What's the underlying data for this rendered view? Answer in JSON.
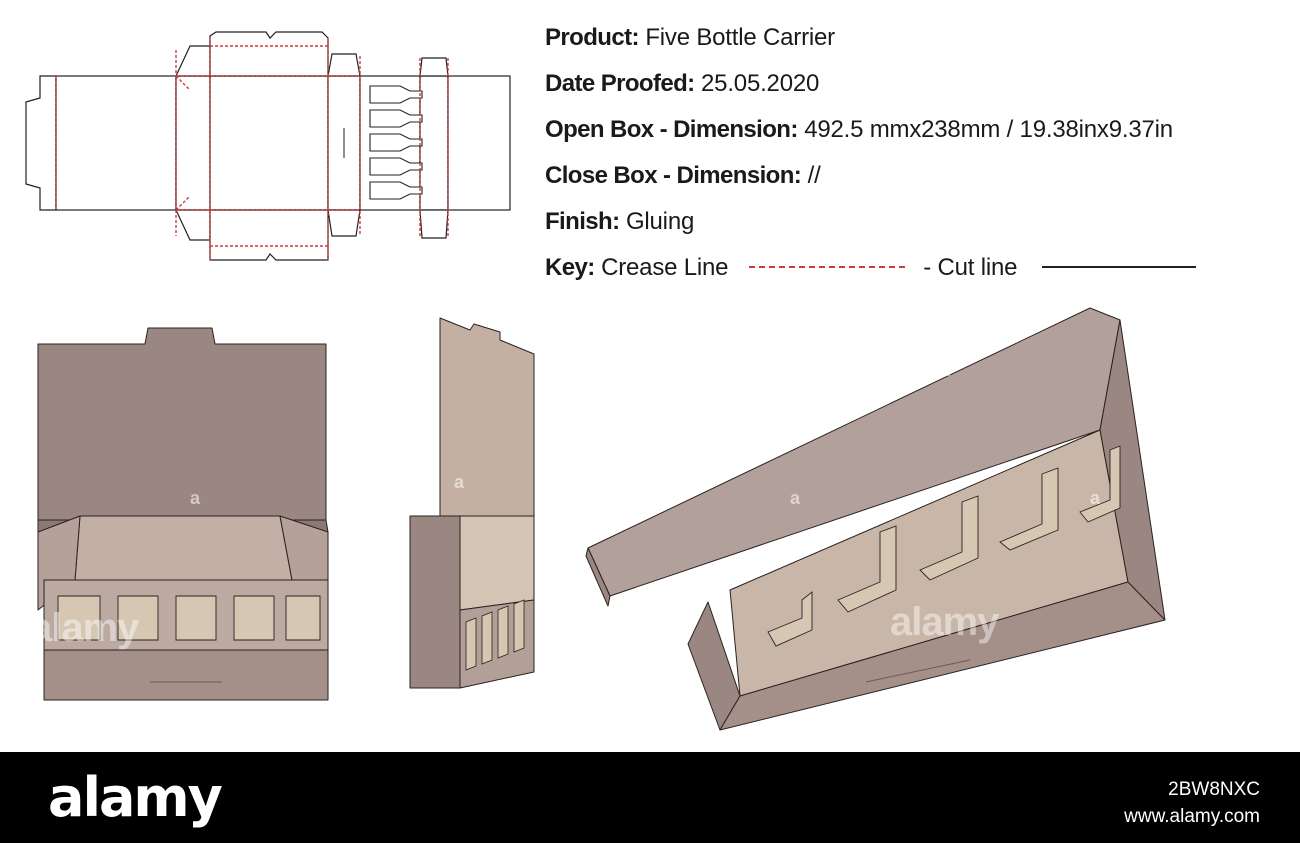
{
  "specs": {
    "product_label": "Product:",
    "product_value": "Five Bottle Carrier",
    "date_label": "Date Proofed:",
    "date_value": "25.05.2020",
    "open_label": "Open Box - Dimension:",
    "open_value": "492.5 mmx238mm / 19.38inx9.37in",
    "close_label": "Close Box - Dimension:",
    "close_value": "//",
    "finish_label": "Finish:",
    "finish_value": "Gluing",
    "key_label": "Key:",
    "crease_text": "Crease Line",
    "cut_text": "- Cut line"
  },
  "colors": {
    "crease": "#d23a3a",
    "cut": "#222222",
    "board_dark": "#9b8781",
    "board_mid": "#b9a69e",
    "board_light": "#d6c7b2"
  },
  "watermark": {
    "small": "a",
    "big": "alamy"
  },
  "footer": {
    "logo": "alamy",
    "image_id": "2BW8NXC",
    "site": "www.alamy.com"
  }
}
